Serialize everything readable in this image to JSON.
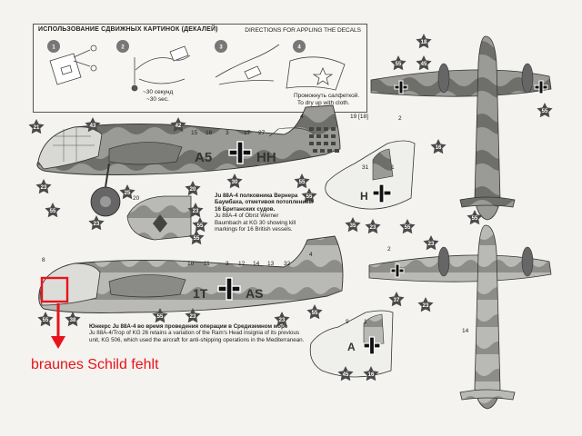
{
  "instructions": {
    "title_ru": "ИСПОЛЬЗОВАНИЕ СДВИЖНЫХ КАРТИНОК (ДЕКАЛЕЙ)",
    "title_en": "DIRECTIONS FOR APPLING THE DECALS",
    "steps": [
      "1",
      "2",
      "3",
      "4"
    ],
    "time_ru": "~30 секунд",
    "time_en": "~30 sec.",
    "dry_ru": "Промокнуть салфеткой.",
    "dry_en": "To dry up with cloth."
  },
  "upper": {
    "caption_ru_1": "Ju 88A-4 полковника Вернера",
    "caption_ru_2": "Баумбаха, отметивоя потоплением",
    "caption_ru_3": "16 Британских судов.",
    "caption_en_1": "Ju 88A-4 of Obrst Werner",
    "caption_en_2": "Baumbach at KG 30 showing kill",
    "caption_en_3": "markings for 16 British vessels.",
    "code_left": "A5",
    "code_right": "HH",
    "part_numbers": [
      "15",
      "16",
      "3",
      "17",
      "27",
      "4",
      "19 [18]",
      "31",
      "1",
      "20",
      "2"
    ]
  },
  "lower": {
    "caption_ru": "Юнкерс Ju 88A-4 во время проведения операции в Средиземном море",
    "caption_en_1": "Ju 88A-4/Trop of KG 26 retains a variation of the Ram's Head insignia of its previous",
    "caption_en_2": "unit, KG 506, which used the aircraft for anti-shipping operations in the Mediterranean.",
    "code_left": "1T",
    "code_right": "AS",
    "tail_letter": "A",
    "part_numbers": [
      "8",
      "10",
      "11",
      "3",
      "12",
      "14",
      "13",
      "32",
      "4",
      "9",
      "1",
      "2",
      "14"
    ]
  },
  "badges": [
    "18",
    "55",
    "45",
    "55",
    "16",
    "23",
    "21",
    "43",
    "42",
    "30",
    "55",
    "23",
    "25",
    "20",
    "23",
    "55",
    "55",
    "23",
    "35",
    "55",
    "55",
    "38",
    "55",
    "23",
    "23",
    "55",
    "23",
    "37",
    "23",
    "55",
    "45",
    "16",
    "55",
    "55"
  ],
  "annotation": {
    "text": "braunes Schild fehlt",
    "color": "#e8131b"
  }
}
